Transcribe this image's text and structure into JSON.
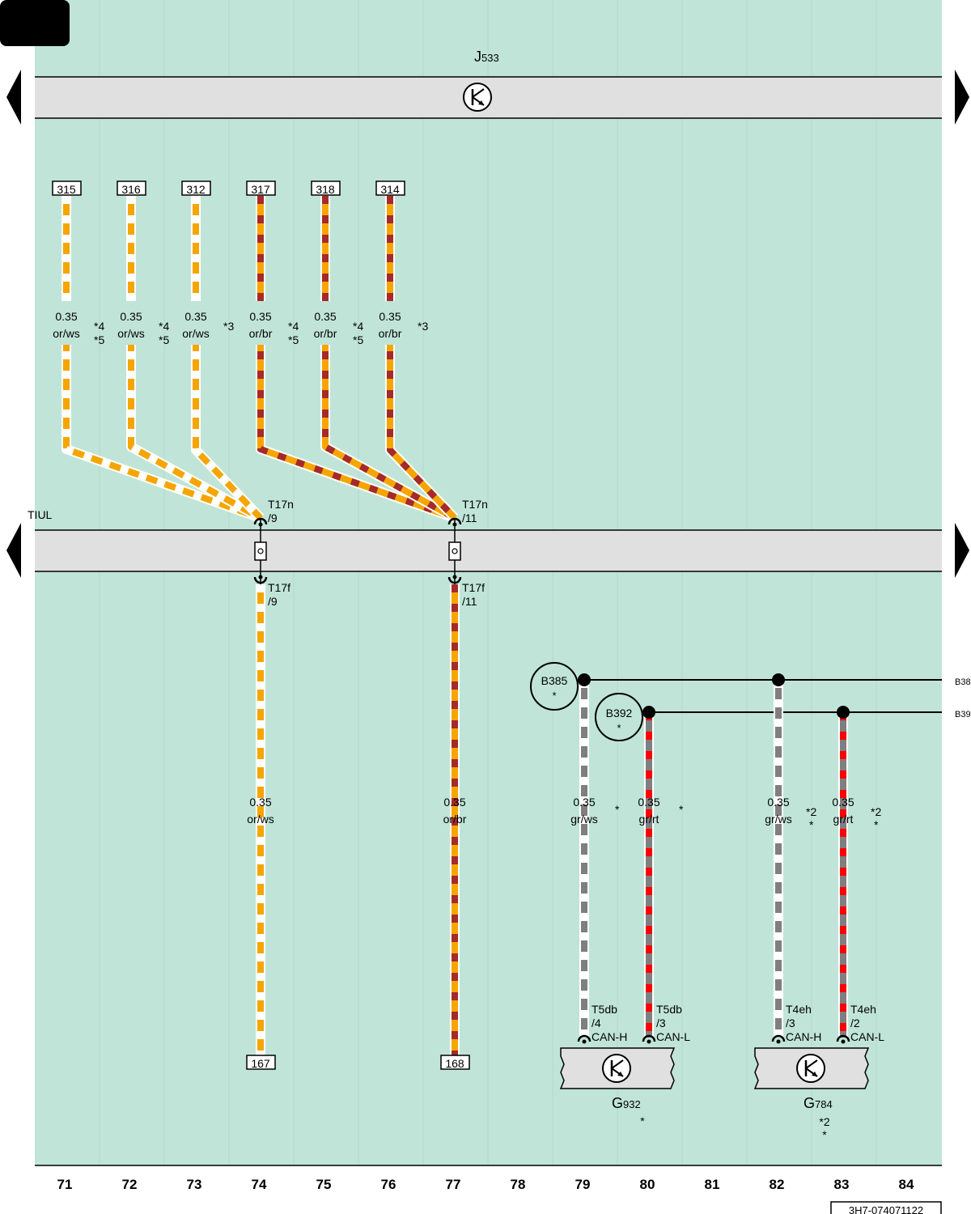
{
  "corner_tag": "",
  "components": {
    "j533": {
      "prefix": "J",
      "sub": "533"
    },
    "g932": {
      "prefix": "G",
      "sub": "932",
      "note": "*"
    },
    "g784": {
      "prefix": "G",
      "sub": "784",
      "note1": "*2",
      "note2": "*"
    }
  },
  "harness_label": "TIUL",
  "column_numbers": [
    "71",
    "72",
    "73",
    "74",
    "75",
    "76",
    "77",
    "78",
    "79",
    "80",
    "81",
    "82",
    "83",
    "84"
  ],
  "drawing_code": "3H7-074071122",
  "wires_top": [
    {
      "ref": "315",
      "size": "0.35",
      "color": "or/ws",
      "notes": [
        "*4",
        "*5"
      ],
      "stripe": "#ffffff"
    },
    {
      "ref": "316",
      "size": "0.35",
      "color": "or/ws",
      "notes": [
        "*4",
        "*5"
      ],
      "stripe": "#ffffff"
    },
    {
      "ref": "312",
      "size": "0.35",
      "color": "or/ws",
      "notes": [
        "*3"
      ],
      "stripe": "#ffffff"
    },
    {
      "ref": "317",
      "size": "0.35",
      "color": "or/br",
      "notes": [
        "*4",
        "*5"
      ],
      "stripe": "#a52a2a"
    },
    {
      "ref": "318",
      "size": "0.35",
      "color": "or/br",
      "notes": [
        "*4",
        "*5"
      ],
      "stripe": "#a52a2a"
    },
    {
      "ref": "314",
      "size": "0.35",
      "color": "or/br",
      "notes": [
        "*3"
      ],
      "stripe": "#a52a2a"
    }
  ],
  "connectors": {
    "t17n_9": {
      "name": "T17n",
      "pin": "/9"
    },
    "t17n_11": {
      "name": "T17n",
      "pin": "/11"
    },
    "t17f_9": {
      "name": "T17f",
      "pin": "/9"
    },
    "t17f_11": {
      "name": "T17f",
      "pin": "/11"
    }
  },
  "wires_bottom": [
    {
      "size": "0.35",
      "color": "or/ws",
      "ref": "167"
    },
    {
      "size": "0.35",
      "color": "or/br",
      "ref": "168"
    }
  ],
  "buses": [
    {
      "name": "B385",
      "note": "*",
      "edge": "B38"
    },
    {
      "name": "B392",
      "note": "*",
      "edge": "B39"
    }
  ],
  "can_wires": [
    {
      "size": "0.35",
      "color": "gr/ws",
      "note": "*",
      "conn": "T5db",
      "pin": "/4",
      "signal": "CAN-H"
    },
    {
      "size": "0.35",
      "color": "gr/rt",
      "note": "*",
      "conn": "T5db",
      "pin": "/3",
      "signal": "CAN-L"
    },
    {
      "size": "0.35",
      "color": "gr/ws",
      "notes": [
        "*2",
        "*"
      ],
      "conn": "T4eh",
      "pin": "/3",
      "signal": "CAN-H"
    },
    {
      "size": "0.35",
      "color": "gr/rt",
      "notes": [
        "*2",
        "*"
      ],
      "conn": "T4eh",
      "pin": "/2",
      "signal": "CAN-L"
    }
  ],
  "colors": {
    "background": "#c0e5d8",
    "harness_gray": "#e0e0e0",
    "orange": "#f5a500",
    "brown": "#a52a2a",
    "gray": "#7f7f7f",
    "red": "#ff0000",
    "white": "#ffffff"
  }
}
